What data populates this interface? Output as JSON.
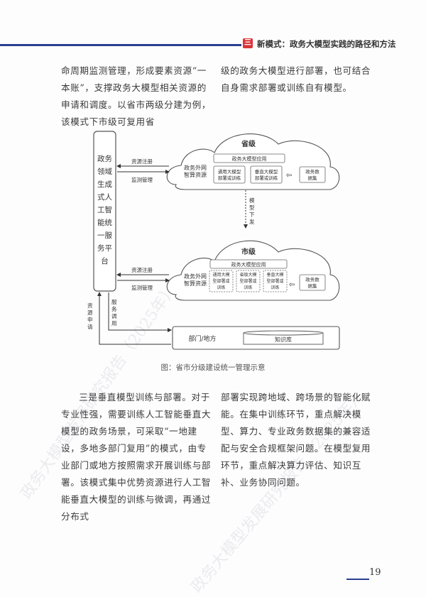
{
  "header": {
    "section_badge": "三",
    "title": "新模式：政务大模型实践的路径和方法"
  },
  "top_text": {
    "left": "命周期监测管理，形成要素资源“一本账”，支撑政务大模型相关资源的申请和调度。以省市两级分建为例，该模式下市级可复用省",
    "right": "级的政务大模型进行部署，也可结合自身需求部署或训练自有模型。"
  },
  "diagram": {
    "platform_lines": [
      "政务",
      "领域",
      "生成",
      "式人",
      "工智",
      "能统",
      "一服",
      "务平",
      "台"
    ],
    "province": {
      "title": "省级",
      "compute": [
        "政务外网",
        "智算资源"
      ],
      "app": "政务大模型应用",
      "general": [
        "通用大模型",
        "部署或训练"
      ],
      "vertical": [
        "垂直大模型",
        "部署或训练"
      ],
      "dataset": [
        "政务数",
        "据集"
      ]
    },
    "city": {
      "title": "市级",
      "compute": [
        "政务外网",
        "智算资源"
      ],
      "app": "政务大模型应用",
      "general": [
        "通用大模",
        "型部署或",
        "训练"
      ],
      "provincial": [
        "省级大模",
        "型部署或",
        "训练"
      ],
      "vertical": [
        "垂直大模",
        "型部署或",
        "训练"
      ],
      "dataset": [
        "政务数",
        "据集"
      ]
    },
    "register": "资源注册",
    "monitor": "监测管理",
    "model_distribute": [
      "模",
      "型",
      "下",
      "发"
    ],
    "resource_apply": [
      "资",
      "源",
      "申",
      "请"
    ],
    "service_call": [
      "服",
      "务",
      "调",
      "用"
    ],
    "department": "部门/地方",
    "knowledge_base": "知识库"
  },
  "caption": "图：省市分级建设统一管理示意",
  "bottom_text": {
    "left": "三是垂直模型训练与部署。对于专业性强，需要训练人工智能垂直大模型的政务场景，可采取“一地建设，多地多部门复用”的模式，由专业部门或地方按照需求开展训练与部署。该模式集中优势资源进行人工智能垂直大模型的训练与微调，再通过分布式",
    "right": "部署实现跨地域、跨场景的智能化赋能。在集中训练环节，重点解决模型、算力、专业政务数据集的兼容适配与安全合规框架问题。在模型复用环节，重点解决算力评估、知识互补、业务协同问题。"
  },
  "watermark": "政务大模型发展研究报告（2025年）",
  "page_number": "19",
  "colors": {
    "accent": "#2b3f8f",
    "badge": "#d9353a"
  }
}
